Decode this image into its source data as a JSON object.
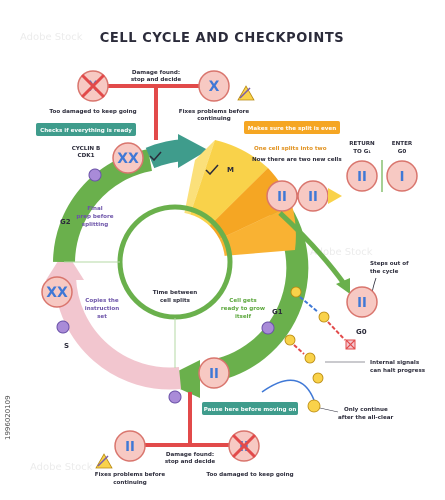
{
  "title": "CELL CYCLE AND CHECKPOINTS",
  "center_label": [
    "Time between",
    "cell splits"
  ],
  "phases": {
    "m": "M",
    "g1": "G1",
    "g2": "G2",
    "s": "S",
    "g0": "G0"
  },
  "top_checkpoint": {
    "damage": [
      "Damage found:",
      "stop and decide"
    ],
    "too_damaged": "Too damaged to keep going",
    "fixes": [
      "Fixes problems before",
      "continuing"
    ],
    "cyclin": [
      "CYCLIN B",
      "CDK1"
    ],
    "tag": "Checks if everything is ready"
  },
  "m_checkpoint": {
    "tag": "Makes sure the split is even",
    "splits": "One cell splits into two",
    "two_cells": "Now there are two new cells"
  },
  "exits": {
    "return": [
      "RETURN",
      "TO G₁"
    ],
    "enter": [
      "ENTER",
      "G0"
    ]
  },
  "g2_note": [
    "Final",
    "prep before",
    "splitting"
  ],
  "s_note": [
    "Copies the",
    "instruction",
    "set"
  ],
  "g1_note": [
    "Cell gets",
    "ready to grow",
    "itself"
  ],
  "g0_note": [
    "Steps out of",
    "the cycle"
  ],
  "signals_note": [
    "Internal signals",
    "can halt progress"
  ],
  "allclear_note": [
    "Only continue",
    "after the all-clear"
  ],
  "bottom_checkpoint": {
    "tag": "Pause here before moving on",
    "damage": [
      "Damage found:",
      "stop and decide"
    ],
    "fixes": [
      "Fixes problems before",
      "continuing"
    ],
    "too_damaged": "Too damaged to keep going"
  },
  "side_code": "1996020109",
  "watermark": "Adobe Stock",
  "colors": {
    "green": "#6ab04c",
    "teal": "#3f9c8c",
    "purple": "#8d6fc6",
    "pink": "#f2c6cf",
    "orange": "#f5a623",
    "yellow": "#f9d24a",
    "red": "#e24a4a",
    "blue": "#3f78d6",
    "cell_fill": "#f7c9c3",
    "cell_edge": "#d9756d"
  }
}
